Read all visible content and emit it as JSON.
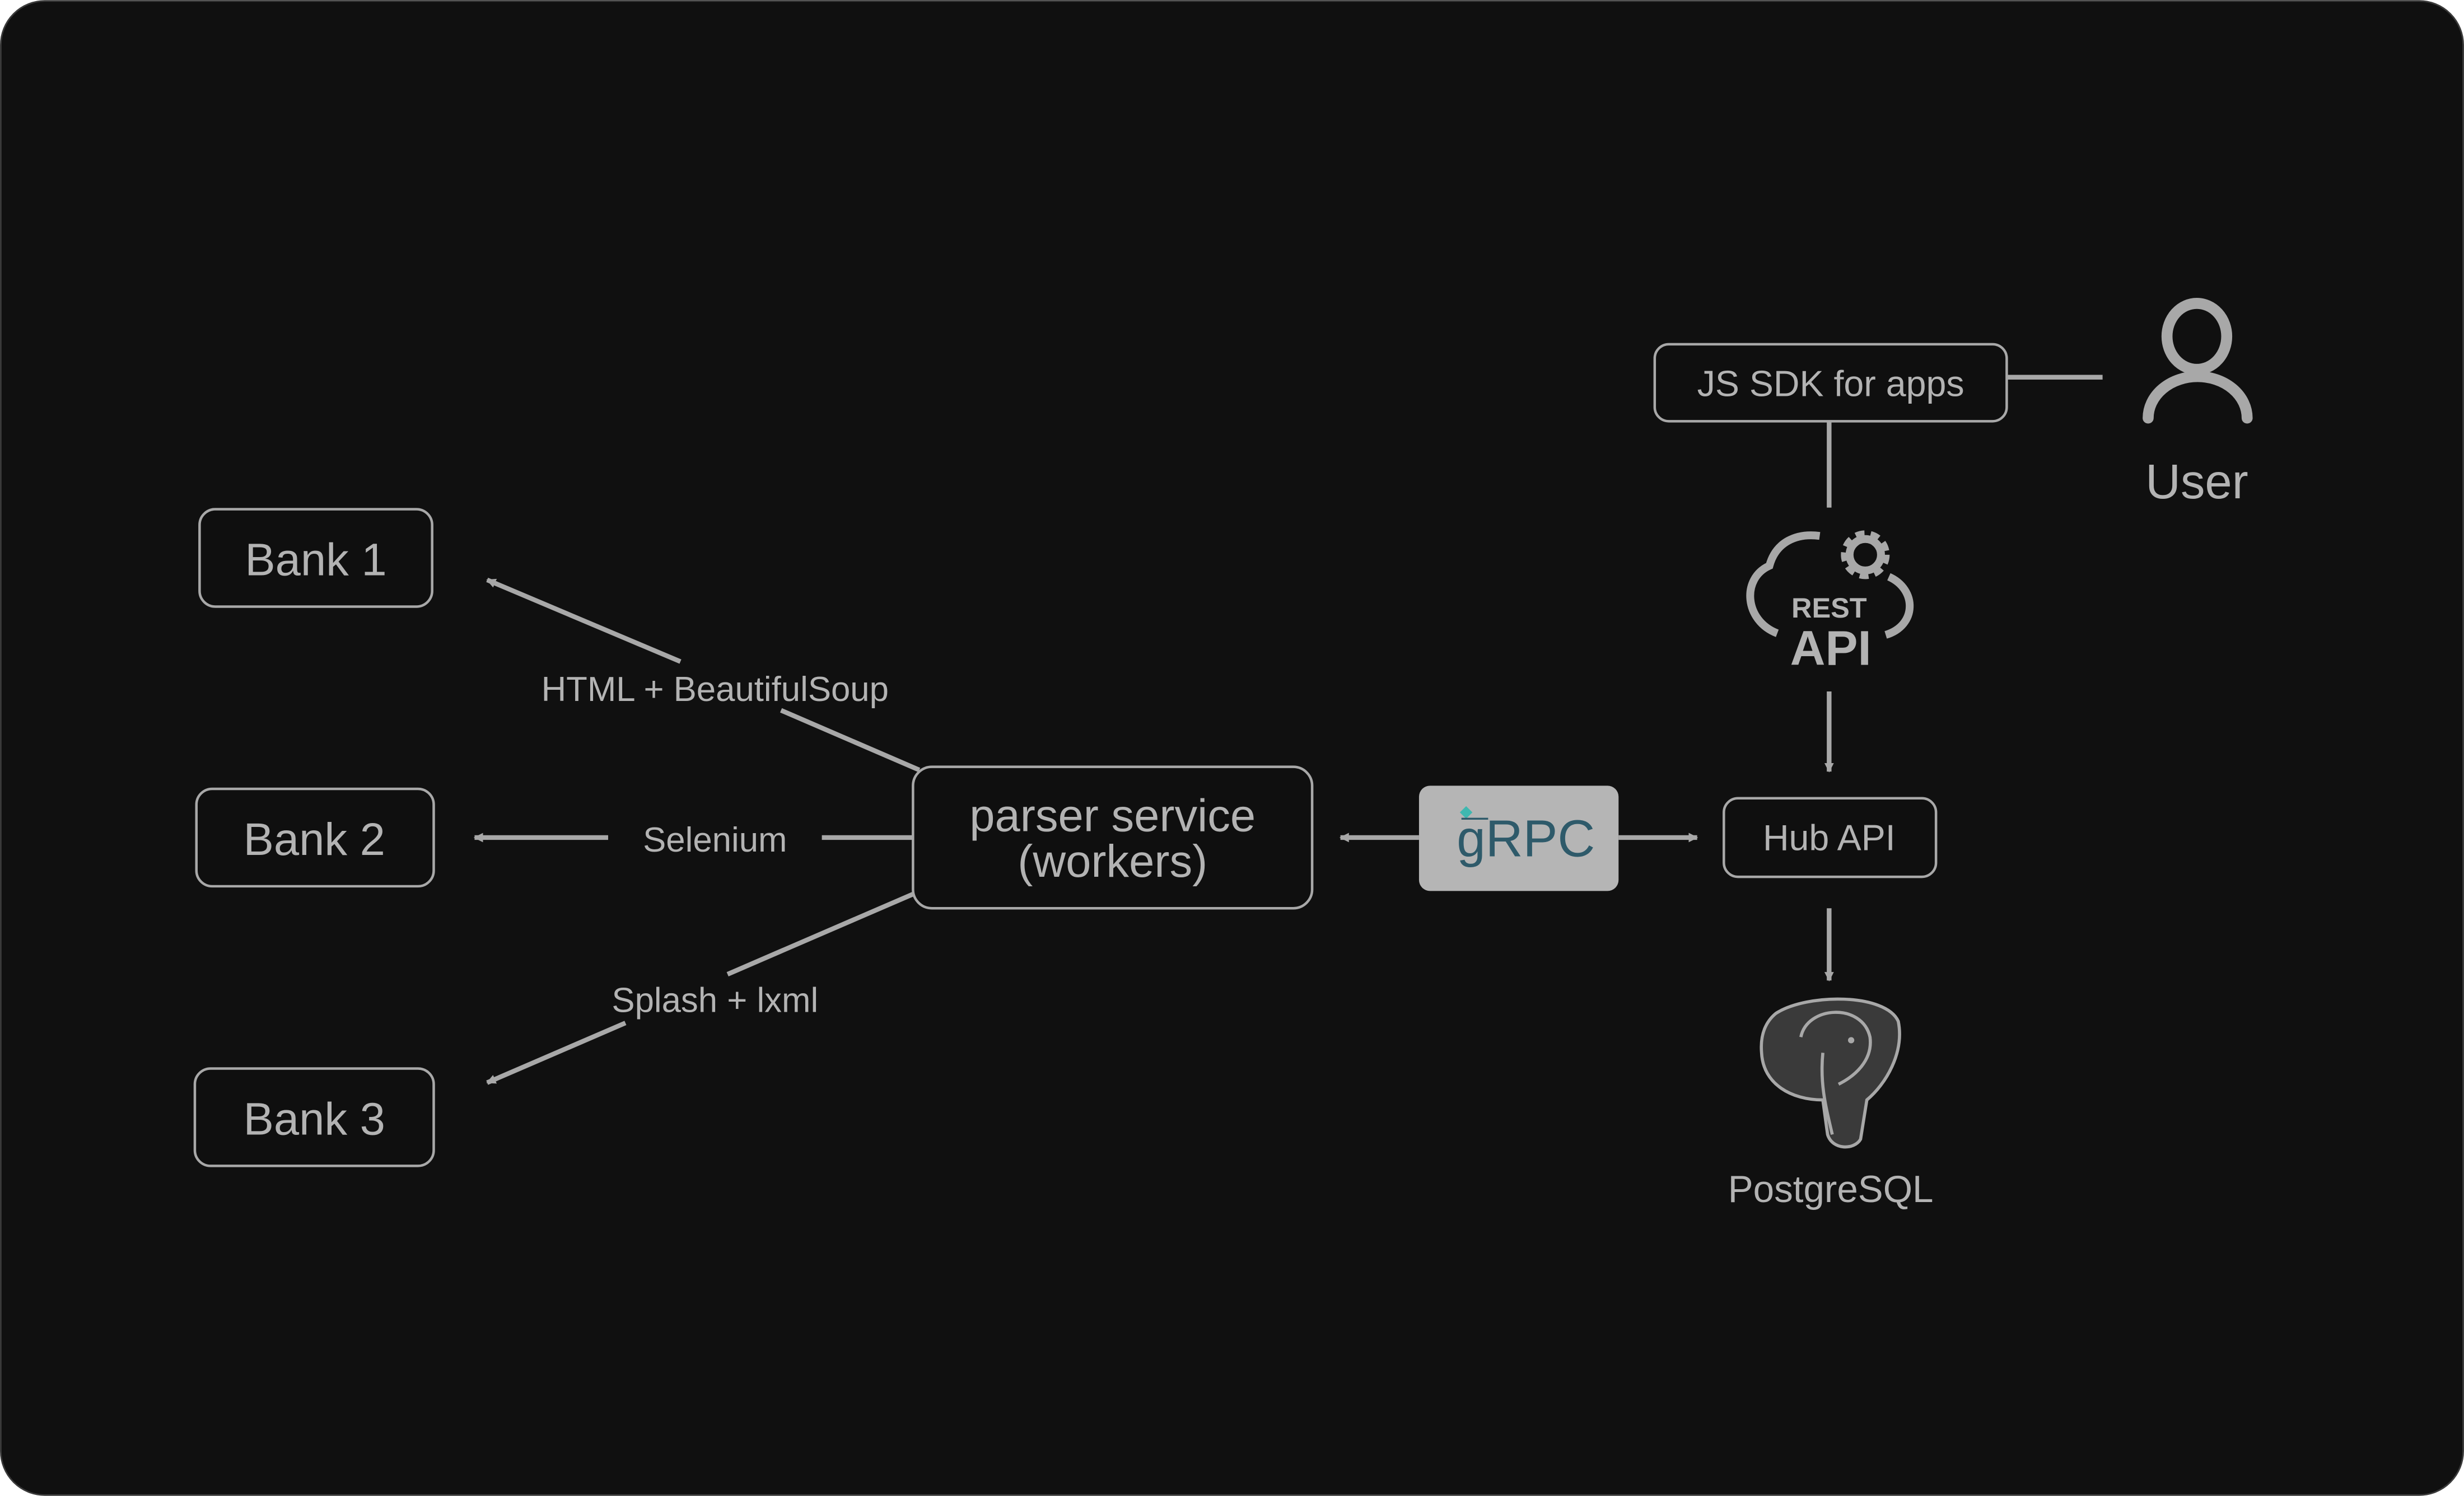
{
  "banks": [
    {
      "label": "Bank 1"
    },
    {
      "label": "Bank 2"
    },
    {
      "label": "Bank 3"
    }
  ],
  "connections": {
    "bank1": "HTML + BeautifulSoup",
    "bank2": "Selenium",
    "bank3": "Splash + lxml"
  },
  "parser": {
    "line1": "parser service",
    "line2": "(workers)"
  },
  "grpc": {
    "label": "gRPC",
    "text_color": "#2e5a6a",
    "bg_color": "#b5b5b5"
  },
  "hub": {
    "label": "Hub API"
  },
  "sdk": {
    "label": "JS SDK for apps"
  },
  "rest": {
    "line1": "REST",
    "line2": "API"
  },
  "db": {
    "label": "PostgreSQL"
  },
  "user": {
    "label": "User"
  },
  "colors": {
    "background": "#101010",
    "stroke": "#a8a8a8",
    "text": "#b3b3b3"
  }
}
